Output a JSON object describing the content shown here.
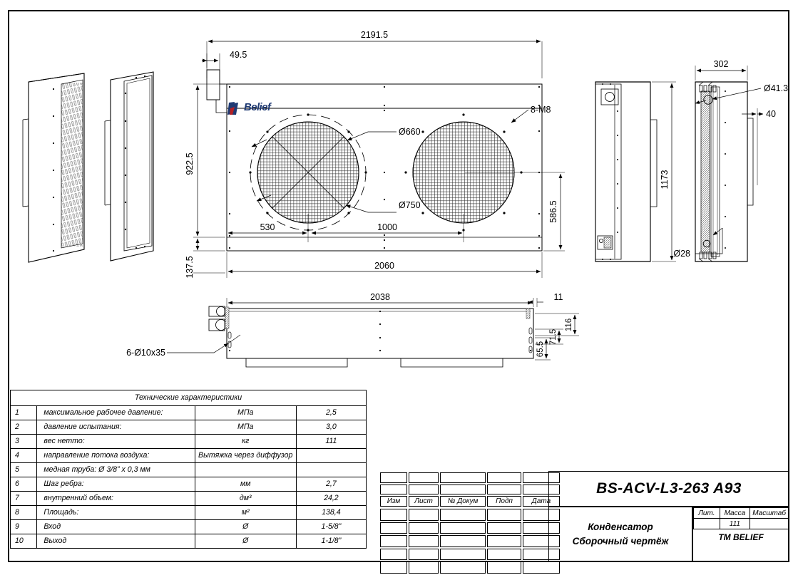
{
  "drawing": {
    "doc_code": "BS-ACV-L3-263 A93",
    "doc_name_line1": "Конденсатор",
    "doc_name_line2": "Сборочный чертёж",
    "brand": "TM BELIEF",
    "logo_text": "Belief"
  },
  "title_block": {
    "rev_headers": [
      "Изм",
      "Лист",
      "№ Докум",
      "Подп",
      "Дата"
    ],
    "meta_headers": [
      "Лит.",
      "Масса",
      "Масштаб"
    ],
    "meta_values": [
      "",
      "111",
      ""
    ]
  },
  "spec_table": {
    "header": "Технические характеристики",
    "rows": [
      {
        "num": "1",
        "name": "максимальное рабочее давление:",
        "unit": "МПа",
        "value": "2,5"
      },
      {
        "num": "2",
        "name": "давление испытания:",
        "unit": "МПа",
        "value": "3,0"
      },
      {
        "num": "3",
        "name": "вес нетто:",
        "unit": "кг",
        "value": "111"
      },
      {
        "num": "4",
        "name": "направление потока воздуха:",
        "unit": "Вытяжка через диффузор",
        "value": ""
      },
      {
        "num": "5",
        "name": "медная труба: Ø 3/8” х 0,3 мм",
        "unit": "",
        "value": ""
      },
      {
        "num": "6",
        "name": "Шаг ребра:",
        "unit": "мм",
        "value": "2,7"
      },
      {
        "num": "7",
        "name": "внутренний объем:",
        "unit": "дм³",
        "value": "24,2"
      },
      {
        "num": "8",
        "name": "Площадь:",
        "unit": "м²",
        "value": "138,4"
      },
      {
        "num": "9",
        "name": "Вход",
        "unit": "Ø",
        "value": "1-5/8”"
      },
      {
        "num": "10",
        "name": "Выход",
        "unit": "Ø",
        "value": "1-1/8”"
      }
    ]
  },
  "dimensions": {
    "front_overall_width": "2191.5",
    "front_left_offset": "49.5",
    "front_height": "922.5",
    "front_bottom_offset": "137.5",
    "front_mount_width": "2060",
    "fan_spacing_first": "530",
    "fan_spacing_between": "1000",
    "fan_center_height": "586.5",
    "fan_grille_dia": "Ø660",
    "fan_opening_dia": "Ø750",
    "bolt_callout": "8-M8",
    "side_height": "1173",
    "side_depth": "302",
    "side_flange": "40",
    "inlet_dia": "Ø41.3",
    "outlet_dia": "Ø28",
    "plan_length": "2038",
    "plan_edge": "11",
    "plan_d1": "116",
    "plan_d2": "71.5",
    "plan_d3": "65.5",
    "slot_callout": "6-Ø10x35"
  },
  "colors": {
    "line": "#000000",
    "logo_blue": "#1f3a73",
    "logo_red": "#b52025",
    "grille": "#555555"
  }
}
